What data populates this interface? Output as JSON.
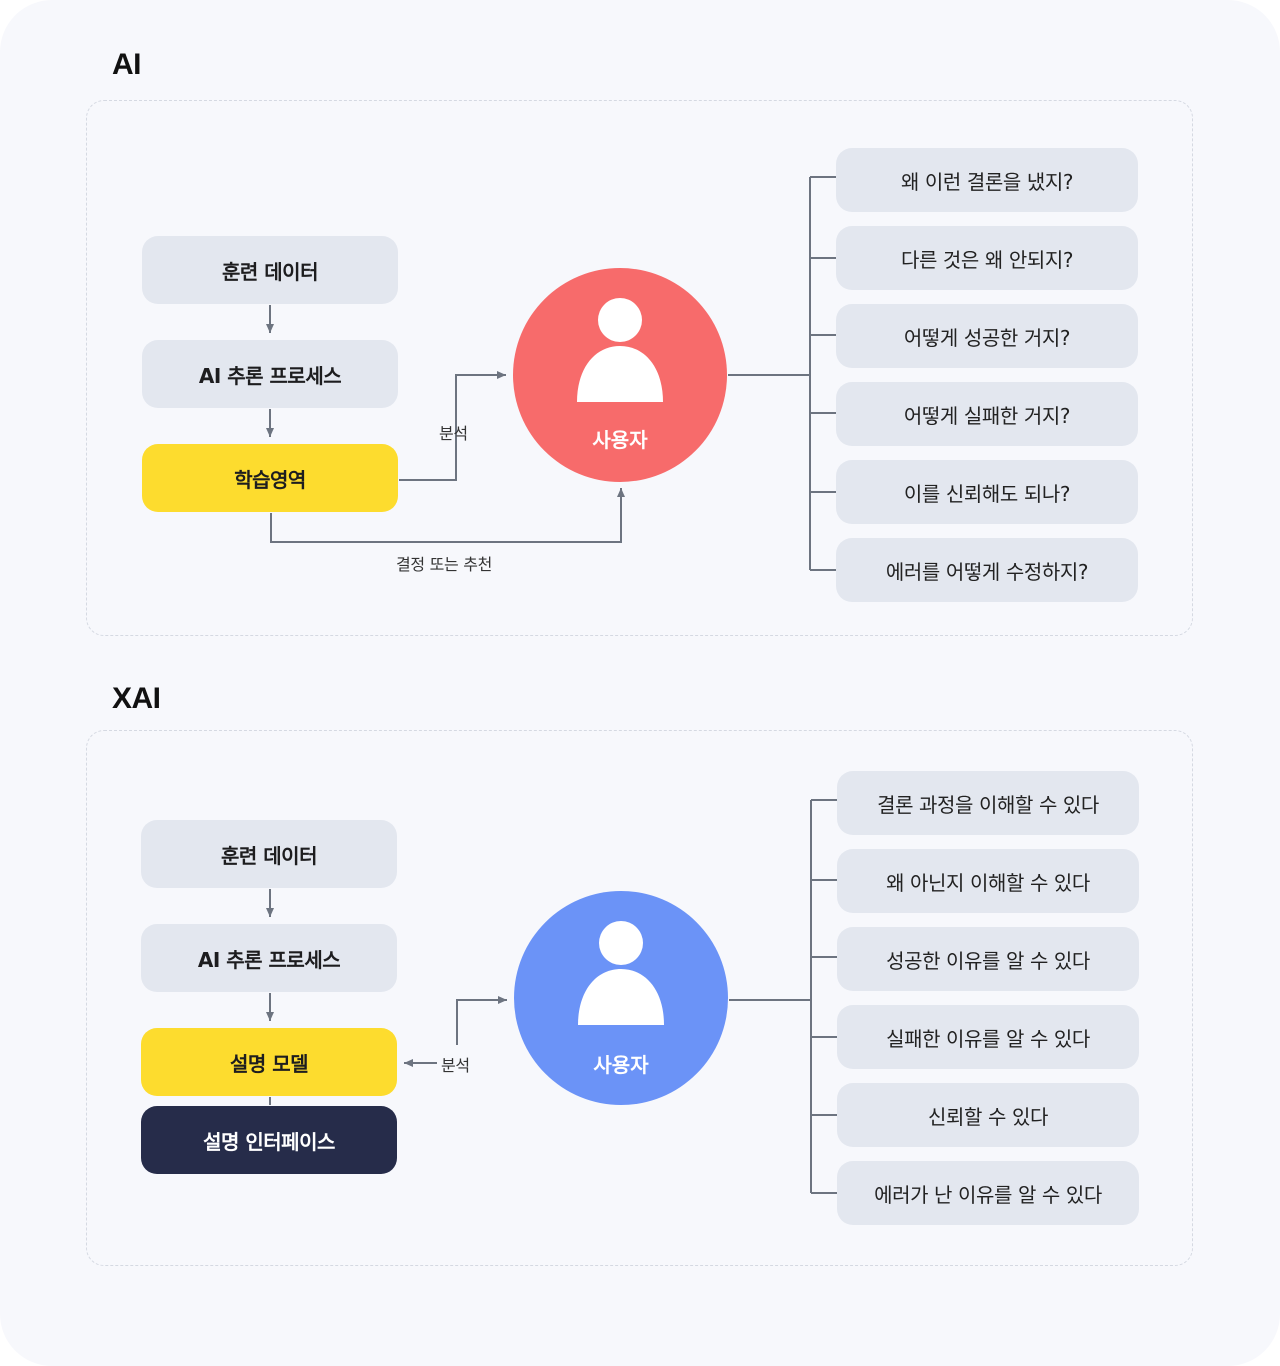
{
  "ai": {
    "title": "AI",
    "boxes": {
      "training": "훈련 데이터",
      "inference": "AI 추론 프로세스",
      "learning": "학습영역"
    },
    "user": "사용자",
    "analysis": "분석",
    "decision": "결정 또는 추천",
    "questions": [
      "왜 이런 결론을 냈지?",
      "다른 것은 왜 안되지?",
      "어떻게 성공한 거지?",
      "어떻게 실패한 거지?",
      "이를 신뢰해도 되나?",
      "에러를 어떻게 수정하지?"
    ]
  },
  "xai": {
    "title": "XAI",
    "boxes": {
      "training": "훈련 데이터",
      "inference": "AI 추론 프로세스",
      "model": "설명 모델",
      "interface": "설명 인터페이스"
    },
    "user": "사용자",
    "analysis": "분석",
    "answers": [
      "결론 과정을 이해할 수 있다",
      "왜 아닌지 이해할 수 있다",
      "성공한 이유를 알 수 있다",
      "실패한 이유를 알 수 있다",
      "신뢰할 수 있다",
      "에러가 난 이유를 알 수 있다"
    ]
  },
  "colors": {
    "ai_user": "#f76b6b",
    "xai_user": "#6b93f7",
    "highlight": "#fddc2e",
    "interface": "#262c4a",
    "box": "#e3e7ef",
    "connector": "#6d7480"
  }
}
